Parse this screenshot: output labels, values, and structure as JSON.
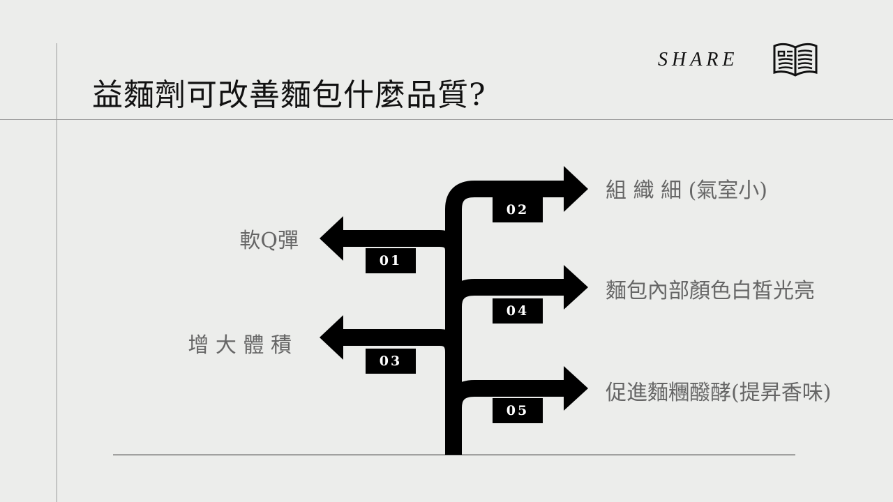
{
  "title": "益麵劑可改善麵包什麼品質?",
  "share": "SHARE",
  "items": [
    {
      "num": "01",
      "label": "軟Q彈"
    },
    {
      "num": "02",
      "label": "組 織 細 (氣室小)"
    },
    {
      "num": "03",
      "label": "增 大 體 積"
    },
    {
      "num": "04",
      "label": "麵包內部顏色白皙光亮"
    },
    {
      "num": "05",
      "label": "促進麵糰醱酵(提昇香味)"
    }
  ]
}
